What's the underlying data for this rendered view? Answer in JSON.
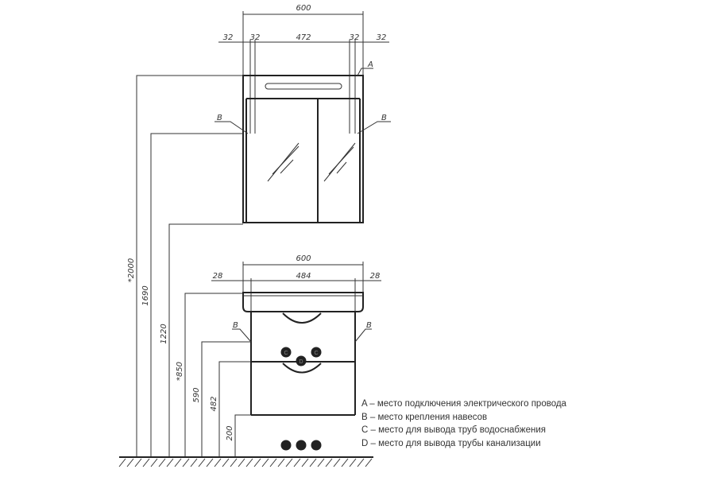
{
  "top_cabinet": {
    "width_total": "600",
    "segments": [
      "32",
      "32",
      "472",
      "32",
      "32"
    ],
    "marker_a": "A",
    "marker_b_left": "B",
    "marker_b_right": "B"
  },
  "bottom_cabinet": {
    "width_total": "600",
    "segments": [
      "28",
      "484",
      "28"
    ],
    "marker_b_left": "B",
    "marker_b_right": "B",
    "pipe_labels": [
      "C",
      "D",
      "C"
    ]
  },
  "heights": [
    "*2000",
    "1690",
    "1220",
    "*850",
    "590",
    "482",
    "200"
  ],
  "legend": [
    "A – место подключения электрического провода",
    "B – место крепления навесов",
    "C – место для вывода труб водоснабжения",
    "D – место для вывода трубы канализации"
  ]
}
